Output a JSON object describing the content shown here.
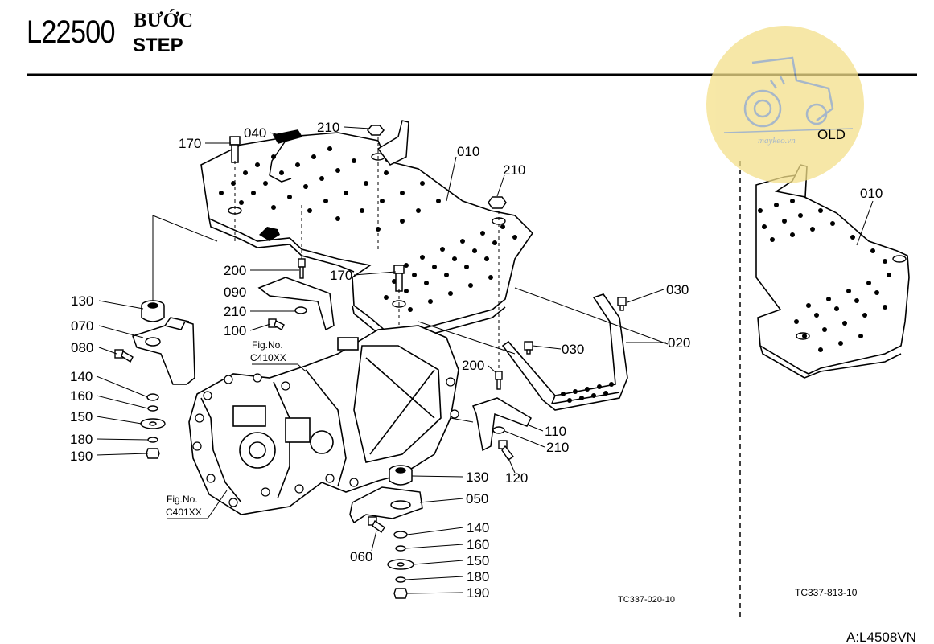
{
  "header": {
    "model_code": "L22500",
    "title_vi": "BƯỚC",
    "title_en": "STEP"
  },
  "watermark": {
    "brand": "maykeo.vn",
    "tag": "OLD",
    "icon": "tractor-icon",
    "color": "#f4e08a"
  },
  "main_diagram": {
    "callouts": {
      "p010": "010",
      "p020": "020",
      "p030a": "030",
      "p030b": "030",
      "p040": "040",
      "p050": "050",
      "p060": "060",
      "p070": "070",
      "p080": "080",
      "p090": "090",
      "p100": "100",
      "p110": "110",
      "p120": "120",
      "p130a": "130",
      "p130b": "130",
      "p140a": "140",
      "p140b": "140",
      "p150a": "150",
      "p150b": "150",
      "p160a": "160",
      "p160b": "160",
      "p170a": "170",
      "p170b": "170",
      "p180a": "180",
      "p180b": "180",
      "p190a": "190",
      "p190b": "190",
      "p200a": "200",
      "p200b": "200",
      "p210a": "210",
      "p210b": "210",
      "p210c": "210",
      "p210d": "210"
    },
    "fig_refs": {
      "fig1_label": "Fig.No.",
      "fig1_code": "C410XX",
      "fig2_label": "Fig.No.",
      "fig2_code": "C401XX"
    },
    "drawing_code": "TC337-020-10"
  },
  "side_diagram": {
    "callout_010": "010",
    "drawing_code": "TC337-813-10"
  },
  "footer": {
    "page_code": "A:L4508VN"
  },
  "colors": {
    "line": "#000000",
    "watermark_fill": "#f4e08a",
    "watermark_icon": "#8aa0b8"
  }
}
